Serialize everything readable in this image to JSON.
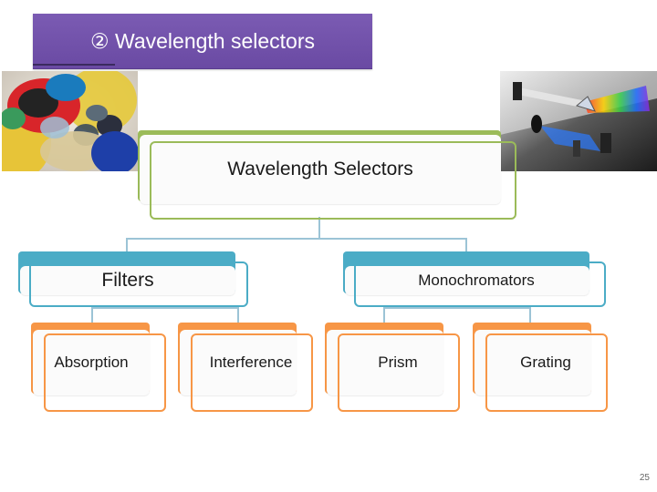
{
  "slide": {
    "title": "② Wavelength selectors",
    "page_number": "25"
  },
  "diagram": {
    "root": {
      "label": "Wavelength Selectors"
    },
    "level1": [
      {
        "label": "Filters"
      },
      {
        "label": "Monochromators"
      }
    ],
    "level2": [
      {
        "label": "Absorption"
      },
      {
        "label": "Interference"
      },
      {
        "label": "Prism"
      },
      {
        "label": "Grating"
      }
    ]
  },
  "colors": {
    "banner": "#6a4aa3",
    "root_accent": "#9bbb59",
    "level1_accent": "#4bacc6",
    "level2_accent": "#f79646"
  }
}
